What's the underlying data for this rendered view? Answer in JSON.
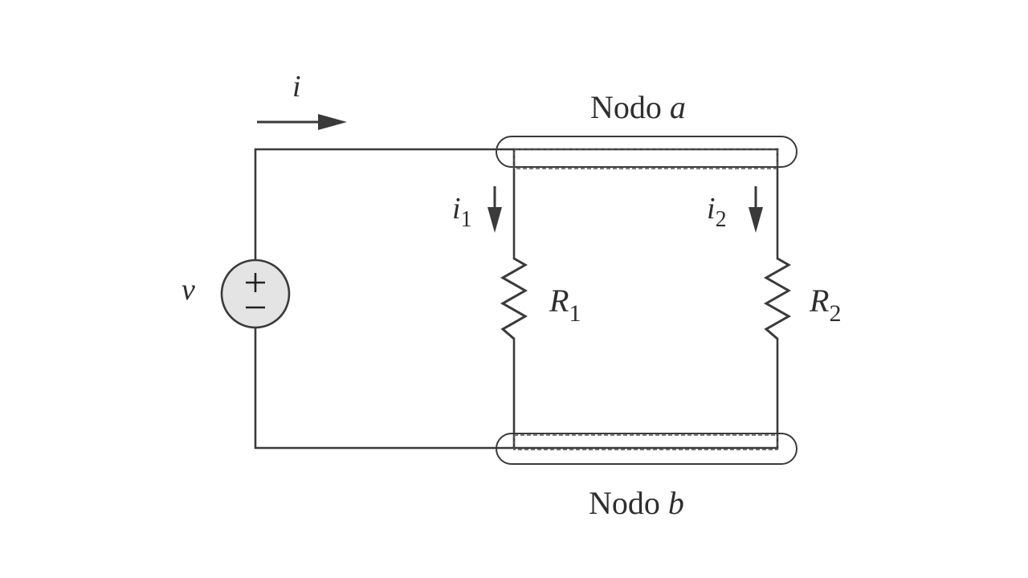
{
  "labels": {
    "node_a_prefix": "Nodo",
    "node_a_var": "a",
    "node_b_prefix": "Nodo",
    "node_b_var": "b",
    "source": "v",
    "source_plus": "+",
    "source_minus": "−",
    "current_total": "i",
    "current_1": "i",
    "current_1_sub": "1",
    "current_2": "i",
    "current_2_sub": "2",
    "resistor_1": "R",
    "resistor_1_sub": "1",
    "resistor_2": "R",
    "resistor_2_sub": "2"
  }
}
